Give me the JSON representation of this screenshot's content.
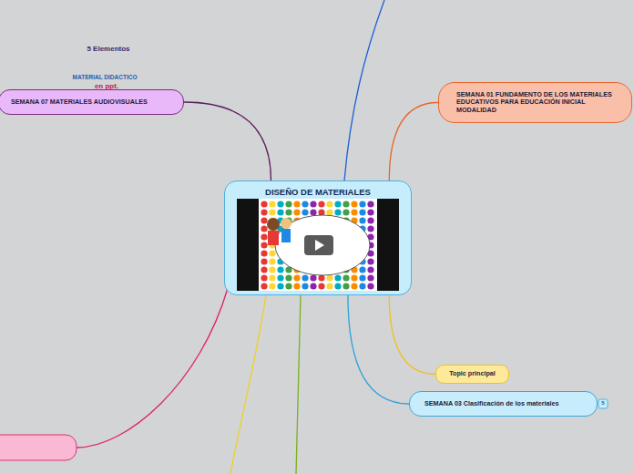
{
  "diagram": {
    "nodes": [
      {
        "text": [
          "DISEÑO DE MATERIALES"
        ]
      },
      {
        "text": [
          "SEMANA 07 MATERIALES AUDIOVISUALES"
        ]
      },
      {
        "text": [
          "SEMANA 01 FUNDAMENTO DE LOS MATERIALES EDUCATIVOS PARA EDUCACIÓN INICIAL MODALIDAD"
        ]
      },
      {
        "text": [
          "Topic principal"
        ]
      },
      {
        "text": [
          "SEMANA 03 Clasificación de los materiales"
        ]
      }
    ],
    "edges": [
      {
        "from": 0,
        "to": 1,
        "arrow": "none"
      },
      {
        "from": 0,
        "to": 2,
        "arrow": "none"
      },
      {
        "from": 0,
        "to": 3,
        "arrow": "none"
      },
      {
        "from": 0,
        "to": 4,
        "arrow": "none"
      }
    ],
    "labels": [
      "5 Elementos",
      "MATERIAL DIDACTICO",
      "en ppt.",
      "5"
    ]
  }
}
